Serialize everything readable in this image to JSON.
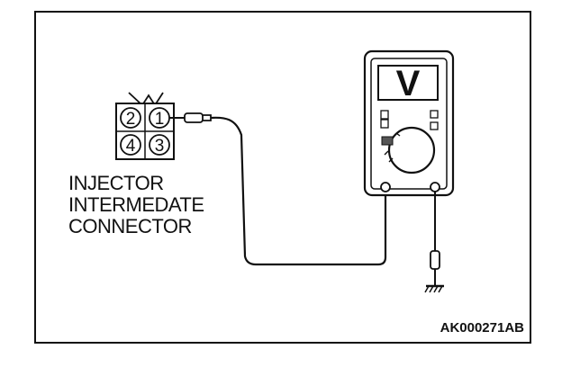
{
  "connector": {
    "label_lines": [
      "INJECTOR",
      "INTERMEDATE",
      "CONNECTOR"
    ],
    "pins": [
      "2",
      "1",
      "4",
      "3"
    ]
  },
  "meter": {
    "display": "V"
  },
  "figure_code": "AK000271AB"
}
